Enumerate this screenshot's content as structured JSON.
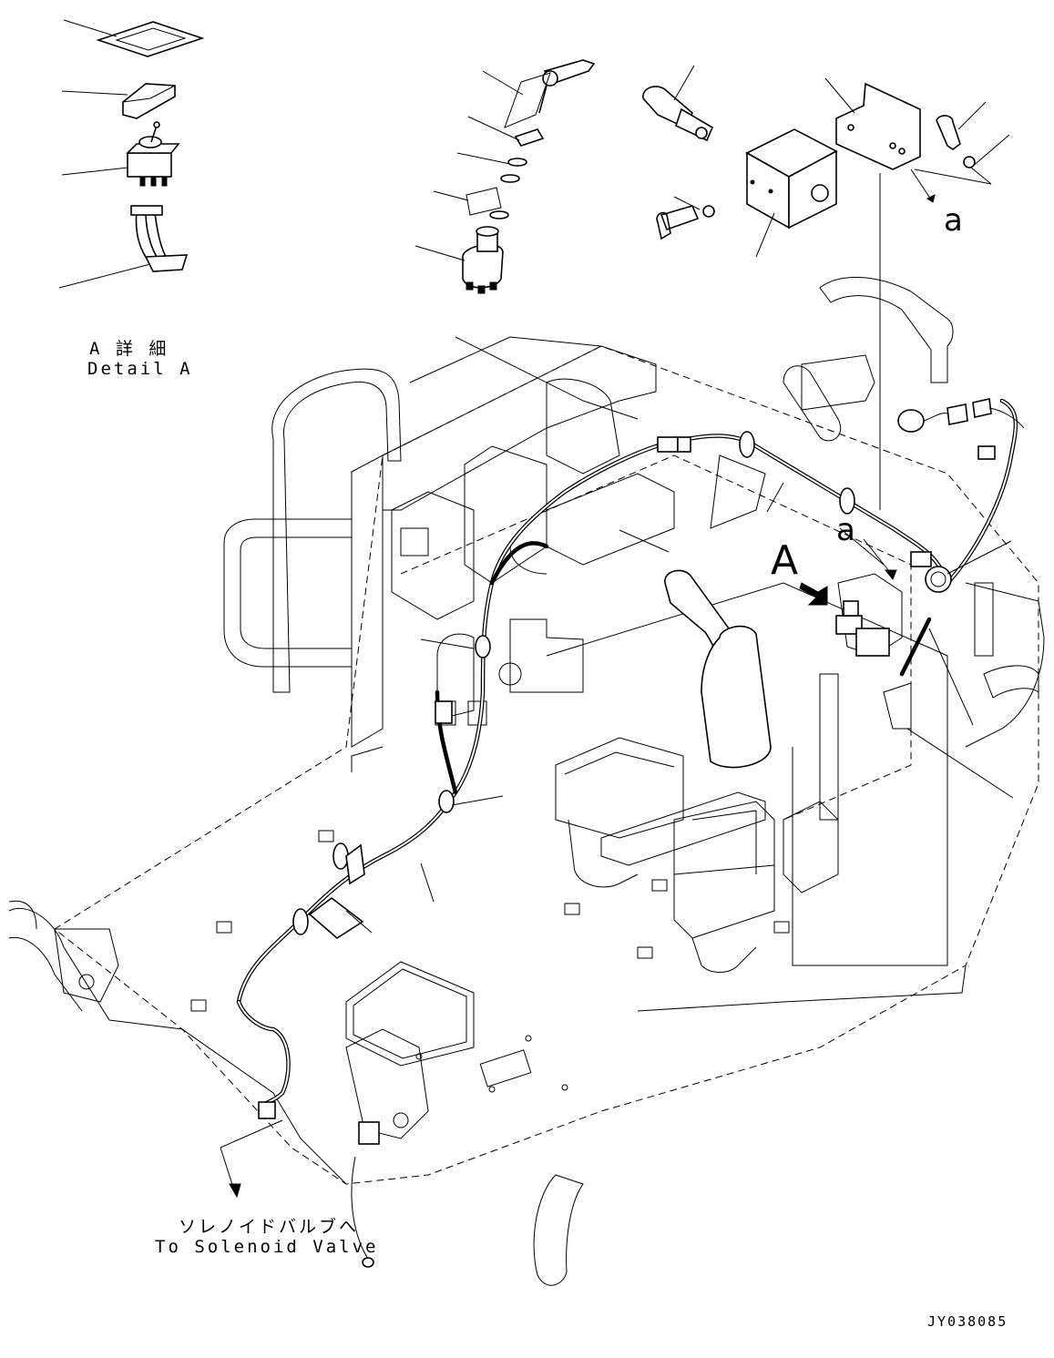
{
  "detail_label": {
    "japanese": "A 詳 細",
    "english": "Detail A"
  },
  "solenoid_label": {
    "japanese": "ソレノイドバルブへ",
    "english": "To Solenoid Valve"
  },
  "view_marker": "A",
  "reference_marker_top": "a",
  "reference_marker_mid": "a",
  "drawing_number": "JY038085"
}
